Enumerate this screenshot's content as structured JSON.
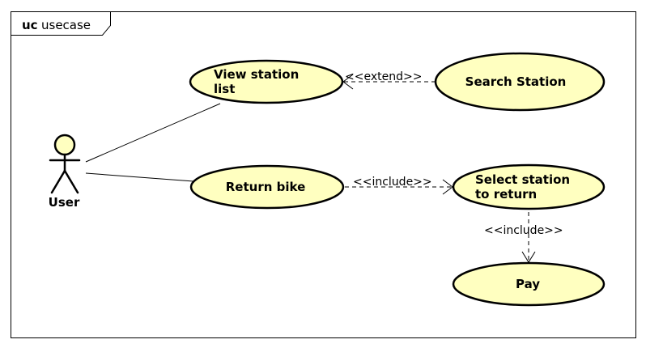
{
  "frame": {
    "keyword": "uc",
    "name": "usecase"
  },
  "actor": {
    "name": "User"
  },
  "usecases": {
    "view_station_list": {
      "line1": "View station",
      "line2": "list"
    },
    "search_station": {
      "label": "Search Station"
    },
    "return_bike": {
      "label": "Return bike"
    },
    "select_station_to_return": {
      "line1": "Select station",
      "line2": "to return"
    },
    "pay": {
      "label": "Pay"
    }
  },
  "relations": {
    "extend": "<<extend>>",
    "include_return_select": "<<include>>",
    "include_select_pay": "<<include>>"
  },
  "colors": {
    "usecase_fill": "#ffffc0",
    "stroke": "#000000",
    "background": "#ffffff"
  }
}
